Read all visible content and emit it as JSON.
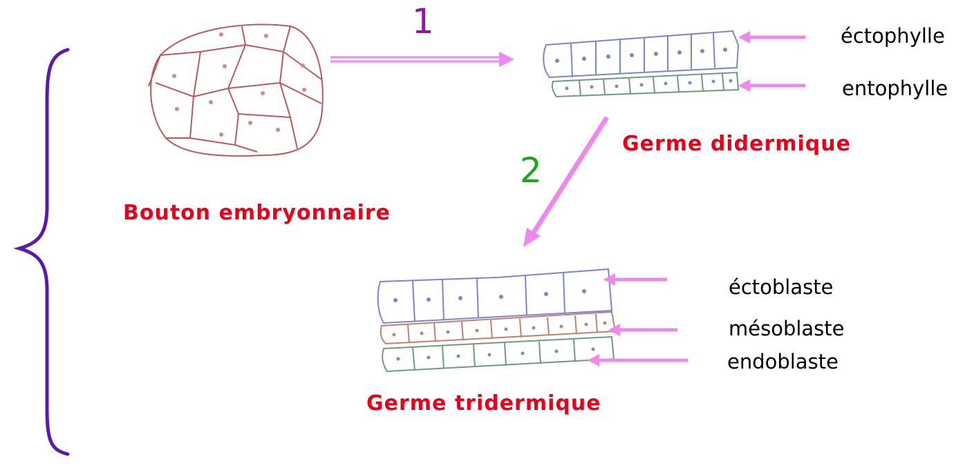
{
  "steps": {
    "one": "1",
    "two": "2"
  },
  "stages": {
    "bouton": "Bouton embryonnaire",
    "didermique": "Germe didermique",
    "tridermique": "Germe tridermique"
  },
  "layers_didermique": {
    "top": "éctophylle",
    "bottom": "entophylle"
  },
  "layers_tridermique": {
    "top": "éctoblaste",
    "middle": "mésoblaste",
    "bottom": "endoblaste"
  },
  "colors": {
    "arrow": "#ee88ee",
    "step_one": "#8b1a9e",
    "step_two": "#17a817",
    "title": "#e8001a",
    "brace": "#5a1ab0",
    "cell_blue": "#7a86c8",
    "cell_green": "#6f9a80",
    "cell_brown": "#c08070",
    "cell_red": "#b85a5a"
  }
}
